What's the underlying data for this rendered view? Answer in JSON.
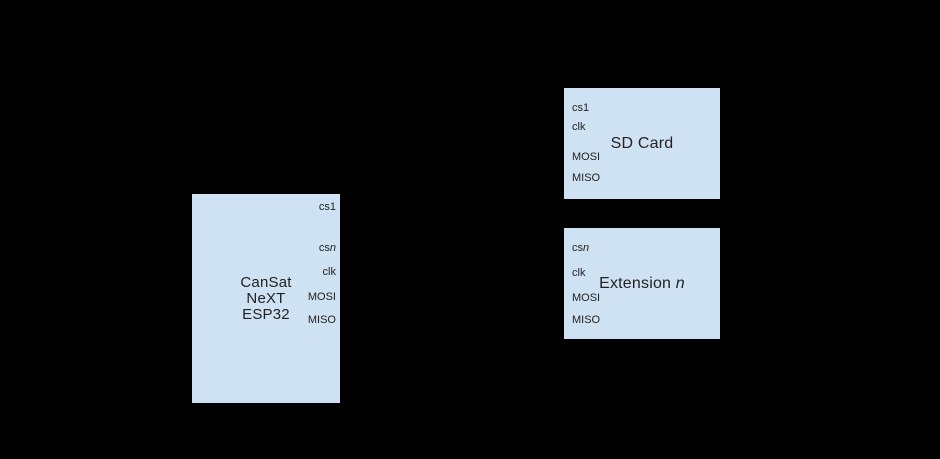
{
  "colors": {
    "background": "#000000",
    "block_fill": "#cfe2f3",
    "text": "#222222"
  },
  "esp32_block": {
    "title_line1": "CanSat",
    "title_line2": "NeXT",
    "title_line3": "ESP32",
    "pin_cs1": "cs1",
    "pin_csn_prefix": "cs",
    "pin_csn_suffix": "n",
    "pin_clk": "clk",
    "pin_mosi": "MOSI",
    "pin_miso": "MISO"
  },
  "sd_block": {
    "title": "SD Card",
    "pin_cs1": "cs1",
    "pin_clk": "clk",
    "pin_mosi": "MOSI",
    "pin_miso": "MISO"
  },
  "extension_block": {
    "title_prefix": "Extension ",
    "title_suffix": "n",
    "pin_csn_prefix": "cs",
    "pin_csn_suffix": "n",
    "pin_clk": "clk",
    "pin_mosi": "MOSI",
    "pin_miso": "MISO"
  }
}
